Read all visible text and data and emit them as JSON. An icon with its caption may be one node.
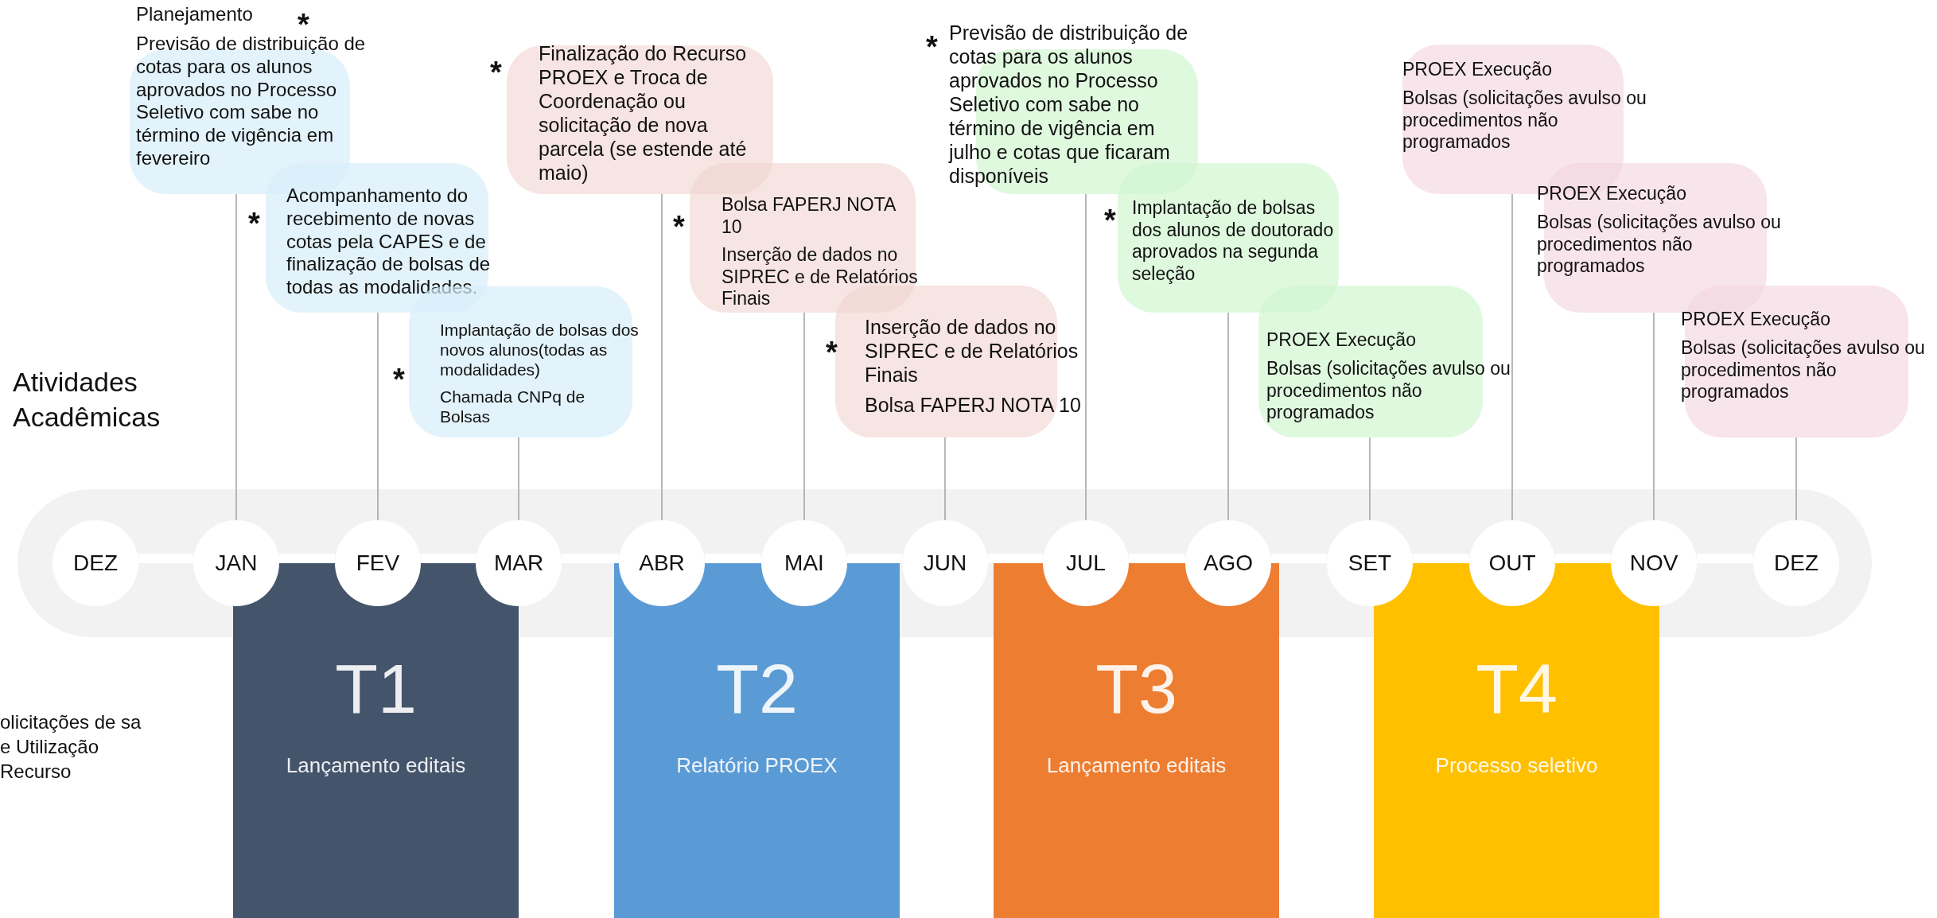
{
  "diagram": {
    "nodes": [
      {
        "text": [
          "Planejamento",
          "Previsão de distribuição de cotas para os alunos aprovados no Processo Seletivo com sabe no término de vigência em fevereiro"
        ],
        "beside": [
          "*"
        ]
      },
      {
        "text": [
          "Acompanhamento do recebimento de novas cotas pela CAPES e de finalização de bolsas de todas as modalidades."
        ],
        "beside": [
          "*"
        ]
      },
      {
        "text": [
          "Implantação de bolsas dos novos alunos(todas as modalidades)",
          "Chamada CNPq de Bolsas"
        ],
        "beside": [
          "*"
        ]
      },
      {
        "text": [
          "Finalização do Recurso PROEX e Troca de Coordenação ou solicitação de nova parcela (se estende até maio)"
        ],
        "beside": [
          "*"
        ]
      },
      {
        "text": [
          "Bolsa FAPERJ NOTA 10",
          "Inserção de dados no SIPREC e de Relatórios Finais"
        ],
        "beside": [
          "*"
        ]
      },
      {
        "text": [
          "Inserção de dados no SIPREC e de Relatórios Finais",
          "Bolsa FAPERJ NOTA 10"
        ],
        "beside": [
          "*"
        ]
      },
      {
        "text": [
          "Previsão de distribuição de cotas para os alunos aprovados no Processo Seletivo com sabe no término de vigência em julho e cotas que ficaram disponíveis"
        ],
        "beside": [
          "*"
        ]
      },
      {
        "text": [
          "Implantação de bolsas dos alunos de doutorado aprovados na segunda seleção"
        ],
        "beside": [
          "*"
        ]
      },
      {
        "text": [
          "PROEX Execução",
          "Bolsas (solicitações avulso ou procedimentos não programados"
        ]
      },
      {
        "text": [
          "PROEX Execução",
          "Bolsas (solicitações avulso ou procedimentos não programados"
        ]
      },
      {
        "text": [
          "PROEX Execução",
          "Bolsas (solicitações avulso ou procedimentos não programados"
        ]
      },
      {
        "text": [
          "PROEX Execução",
          "Bolsas (solicitações avulso ou procedimentos não programados"
        ]
      },
      {
        "text": [
          "DEZ"
        ]
      },
      {
        "text": [
          "JAN"
        ]
      },
      {
        "text": [
          "FEV"
        ]
      },
      {
        "text": [
          "MAR"
        ]
      },
      {
        "text": [
          "ABR"
        ]
      },
      {
        "text": [
          "MAI"
        ]
      },
      {
        "text": [
          "JUN"
        ]
      },
      {
        "text": [
          "JUL"
        ]
      },
      {
        "text": [
          "AGO"
        ]
      },
      {
        "text": [
          "SET"
        ]
      },
      {
        "text": [
          "OUT"
        ]
      },
      {
        "text": [
          "NOV"
        ]
      },
      {
        "text": [
          "DEZ"
        ]
      },
      {
        "text": [
          "T1",
          "Lançamento editais"
        ]
      },
      {
        "text": [
          "T2",
          "Relatório PROEX"
        ]
      },
      {
        "text": [
          "T3",
          "Lançamento editais"
        ]
      },
      {
        "text": [
          "T4",
          "Processo seletivo"
        ]
      }
    ],
    "edges": [
      {
        "from": 0,
        "to": 13,
        "arrow": "none"
      },
      {
        "from": 1,
        "to": 14,
        "arrow": "none"
      },
      {
        "from": 2,
        "to": 15,
        "arrow": "none"
      },
      {
        "from": 3,
        "to": 16,
        "arrow": "none"
      },
      {
        "from": 4,
        "to": 17,
        "arrow": "none"
      },
      {
        "from": 5,
        "to": 18,
        "arrow": "none"
      },
      {
        "from": 6,
        "to": 19,
        "arrow": "none"
      },
      {
        "from": 7,
        "to": 20,
        "arrow": "none"
      },
      {
        "from": 8,
        "to": 21,
        "arrow": "none"
      },
      {
        "from": 9,
        "to": 22,
        "arrow": "none"
      },
      {
        "from": 10,
        "to": 23,
        "arrow": "none"
      },
      {
        "from": 11,
        "to": 24,
        "arrow": "none"
      },
      {
        "from": 12,
        "to": 13,
        "arrow": "none",
        "style": "thick",
        "color": "#ffffff"
      },
      {
        "from": 13,
        "to": 14,
        "arrow": "none",
        "style": "thick",
        "color": "#ffffff"
      },
      {
        "from": 14,
        "to": 15,
        "arrow": "none",
        "style": "thick",
        "color": "#ffffff"
      },
      {
        "from": 15,
        "to": 16,
        "arrow": "none",
        "style": "thick",
        "color": "#ffffff"
      },
      {
        "from": 16,
        "to": 17,
        "arrow": "none",
        "style": "thick",
        "color": "#ffffff"
      },
      {
        "from": 17,
        "to": 18,
        "arrow": "none",
        "style": "thick",
        "color": "#ffffff"
      },
      {
        "from": 18,
        "to": 19,
        "arrow": "none",
        "style": "thick",
        "color": "#ffffff"
      },
      {
        "from": 19,
        "to": 20,
        "arrow": "none",
        "style": "thick",
        "color": "#ffffff"
      },
      {
        "from": 20,
        "to": 21,
        "arrow": "none",
        "style": "thick",
        "color": "#ffffff"
      },
      {
        "from": 21,
        "to": 22,
        "arrow": "none",
        "style": "thick",
        "color": "#ffffff"
      },
      {
        "from": 22,
        "to": 23,
        "arrow": "none",
        "style": "thick",
        "color": "#ffffff"
      },
      {
        "from": 23,
        "to": 24,
        "arrow": "none",
        "style": "thick",
        "color": "#ffffff"
      }
    ],
    "labels": [
      "Atividades Acadêmicas",
      "olicitações de sa e Utilização Recurso"
    ]
  }
}
